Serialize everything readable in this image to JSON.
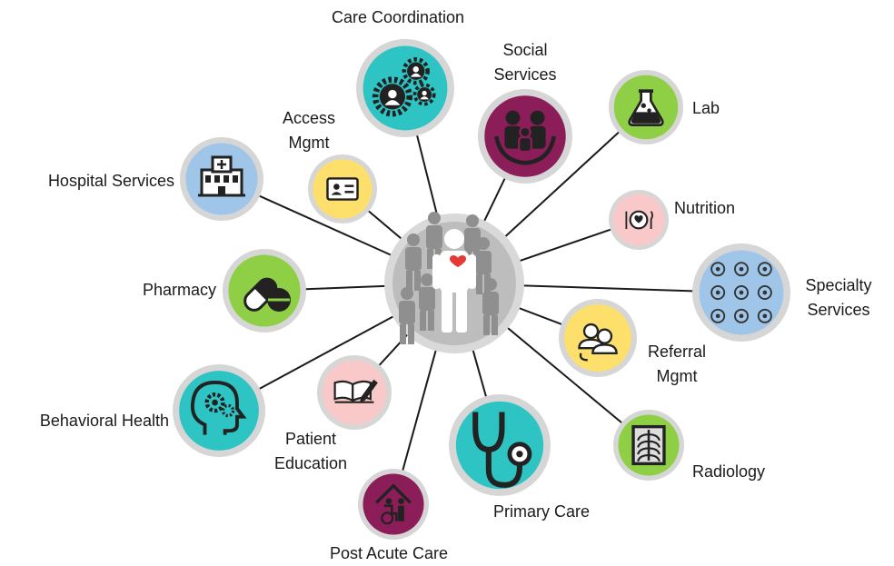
{
  "nodes": [
    {
      "id": "care-coordination",
      "label": "Care Coordination",
      "color": "#2ec4c4"
    },
    {
      "id": "social-services",
      "label": "Social\nServices",
      "color": "#8b1d58"
    },
    {
      "id": "lab",
      "label": "Lab",
      "color": "#8fcf46"
    },
    {
      "id": "nutrition",
      "label": "Nutrition",
      "color": "#f9c9c9"
    },
    {
      "id": "specialty-services",
      "label": "Specialty\nServices",
      "color": "#9fc5e8"
    },
    {
      "id": "referral-mgmt",
      "label": "Referral\nMgmt",
      "color": "#fddf6b"
    },
    {
      "id": "radiology",
      "label": "Radiology",
      "color": "#8fcf46"
    },
    {
      "id": "primary-care",
      "label": "Primary Care",
      "color": "#2ec4c4"
    },
    {
      "id": "post-acute-care",
      "label": "Post Acute Care",
      "color": "#8b1d58"
    },
    {
      "id": "patient-education",
      "label": "Patient\nEducation",
      "color": "#f9c9c9"
    },
    {
      "id": "behavioral-health",
      "label": "Behavioral Health",
      "color": "#2ec4c4"
    },
    {
      "id": "pharmacy",
      "label": "Pharmacy",
      "color": "#8fcf46"
    },
    {
      "id": "hospital-services",
      "label": "Hospital Services",
      "color": "#9fc5e8"
    },
    {
      "id": "access-mgmt",
      "label": "Access\nMgmt",
      "color": "#fddf6b"
    }
  ],
  "colors": {
    "ring": "#d6d6d6",
    "line": "#1a1a1a",
    "hub": "#bdbdbd",
    "heart": "#e53935"
  }
}
